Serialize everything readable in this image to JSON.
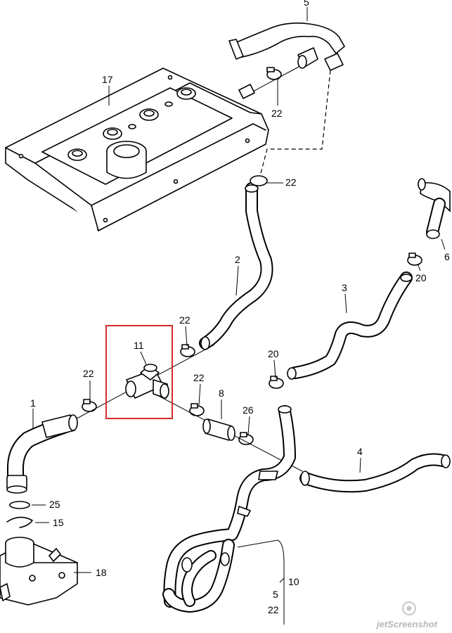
{
  "callouts": {
    "c5_top": "5",
    "c17": "17",
    "c22_a": "22",
    "c22_b": "22",
    "c6": "6",
    "c20_a": "20",
    "c2": "2",
    "c3": "3",
    "c22_c": "22",
    "c11": "11",
    "c20_b": "20",
    "c22_d": "22",
    "c22_e": "22",
    "c8": "8",
    "c26": "26",
    "c1": "1",
    "c4": "4",
    "c25": "25",
    "c15": "15",
    "c18": "18",
    "c10": "10",
    "c5_bottom": "5",
    "c22_f": "22"
  },
  "highlight_color": "#d52b2b",
  "watermark": "jetScreenshot"
}
